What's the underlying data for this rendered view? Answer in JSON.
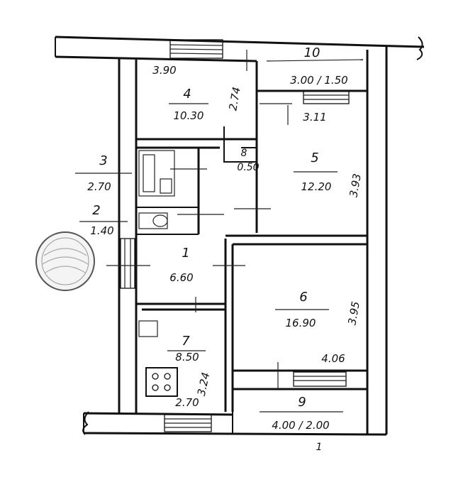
{
  "rooms": [
    {
      "id": "1",
      "number": "1",
      "area": "6.60"
    },
    {
      "id": "2",
      "number": "2",
      "area": "1.40"
    },
    {
      "id": "3",
      "number": "3",
      "area": "2.70"
    },
    {
      "id": "4",
      "number": "4",
      "area": "10.30"
    },
    {
      "id": "5",
      "number": "5",
      "area": "12.20"
    },
    {
      "id": "6",
      "number": "6",
      "area": "16.90"
    },
    {
      "id": "7",
      "number": "7",
      "area": "8.50"
    },
    {
      "id": "8",
      "number": "8",
      "area": "0.50"
    },
    {
      "id": "9",
      "number": "9",
      "area": "4.00 / 2.00"
    },
    {
      "id": "10",
      "number": "10",
      "area": "3.00 / 1.50"
    }
  ],
  "dimensions": {
    "room4_width": "3.90",
    "room4_depth": "2.74",
    "room5_width": "3.11",
    "room5_depth": "3.93",
    "room6_width": "4.06",
    "room6_depth": "3.95",
    "room7_width": "2.70",
    "room7_depth": "3.24"
  },
  "marks": {
    "bottom_mark": "1"
  }
}
